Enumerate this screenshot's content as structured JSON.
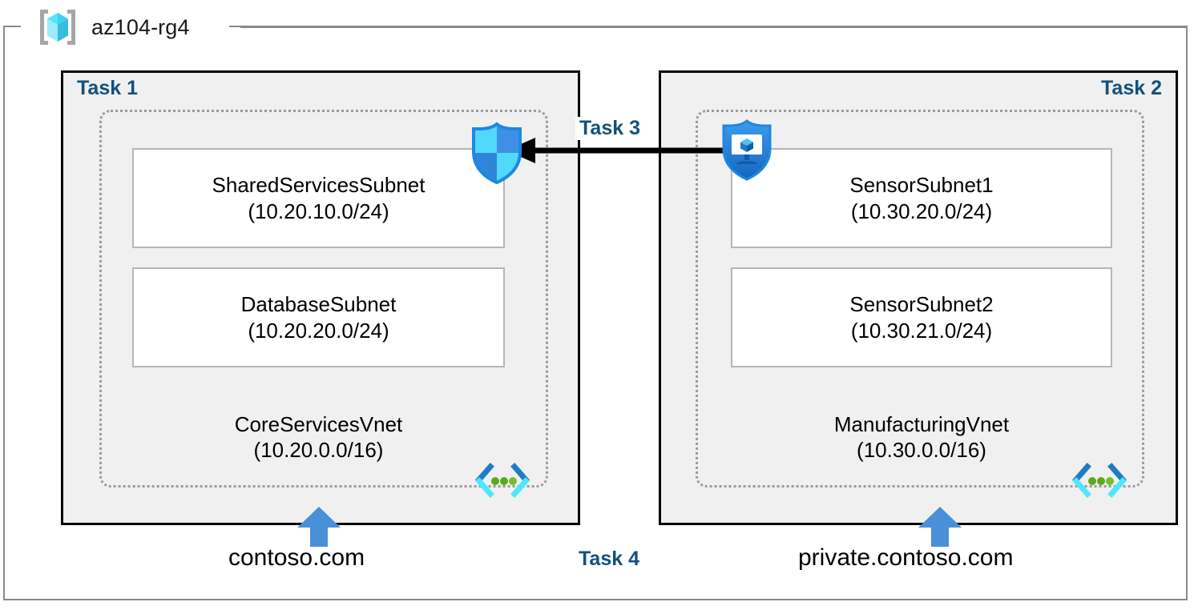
{
  "resource_group": {
    "name": "az104-rg4",
    "icon": "resource-group-cube-icon"
  },
  "colors": {
    "task_label": "#12507E",
    "task_box_fill": "#F0F0F0",
    "task_box_border": "#000000",
    "vnet_border": "#9A9A9A",
    "subnet_fill": "#FFFFFF",
    "subnet_border": "#B6B6B6",
    "frame_border": "#8A8A8A",
    "dns_arrow": "#4A90D9",
    "peer_arrow": "#000000",
    "vnet_icon_blue": "#1F7CC4",
    "vnet_icon_cyan": "#50E6FF",
    "vnet_icon_green": "#5BA81D",
    "shield_cyan": "#50D9FA",
    "shield_blue": "#1F87E0"
  },
  "tasks": {
    "task1": "Task 1",
    "task2": "Task 2",
    "task3": "Task 3",
    "task4": "Task 4"
  },
  "vnets": [
    {
      "name": "CoreServicesVnet",
      "cidr": "(10.20.0.0/16)",
      "icon": "virtual-network-icon",
      "subnets": [
        {
          "name": "SharedServicesSubnet",
          "cidr": "(10.20.10.0/24)"
        },
        {
          "name": "DatabaseSubnet",
          "cidr": "(10.20.20.0/24)"
        }
      ]
    },
    {
      "name": "ManufacturingVnet",
      "cidr": "(10.30.0.0/16)",
      "icon": "virtual-network-icon",
      "subnets": [
        {
          "name": "SensorSubnet1",
          "cidr": "(10.30.20.0/24)"
        },
        {
          "name": "SensorSubnet2",
          "cidr": "(10.30.21.0/24)"
        }
      ]
    }
  ],
  "icons": {
    "firewall": "shield-icon",
    "bastion": "shield-vm-icon",
    "peering_arrow": "left-arrow-icon",
    "dns_arrow": "up-arrow-icon"
  },
  "dns_zones": [
    {
      "label": "contoso.com"
    },
    {
      "label": "private.contoso.com"
    }
  ]
}
